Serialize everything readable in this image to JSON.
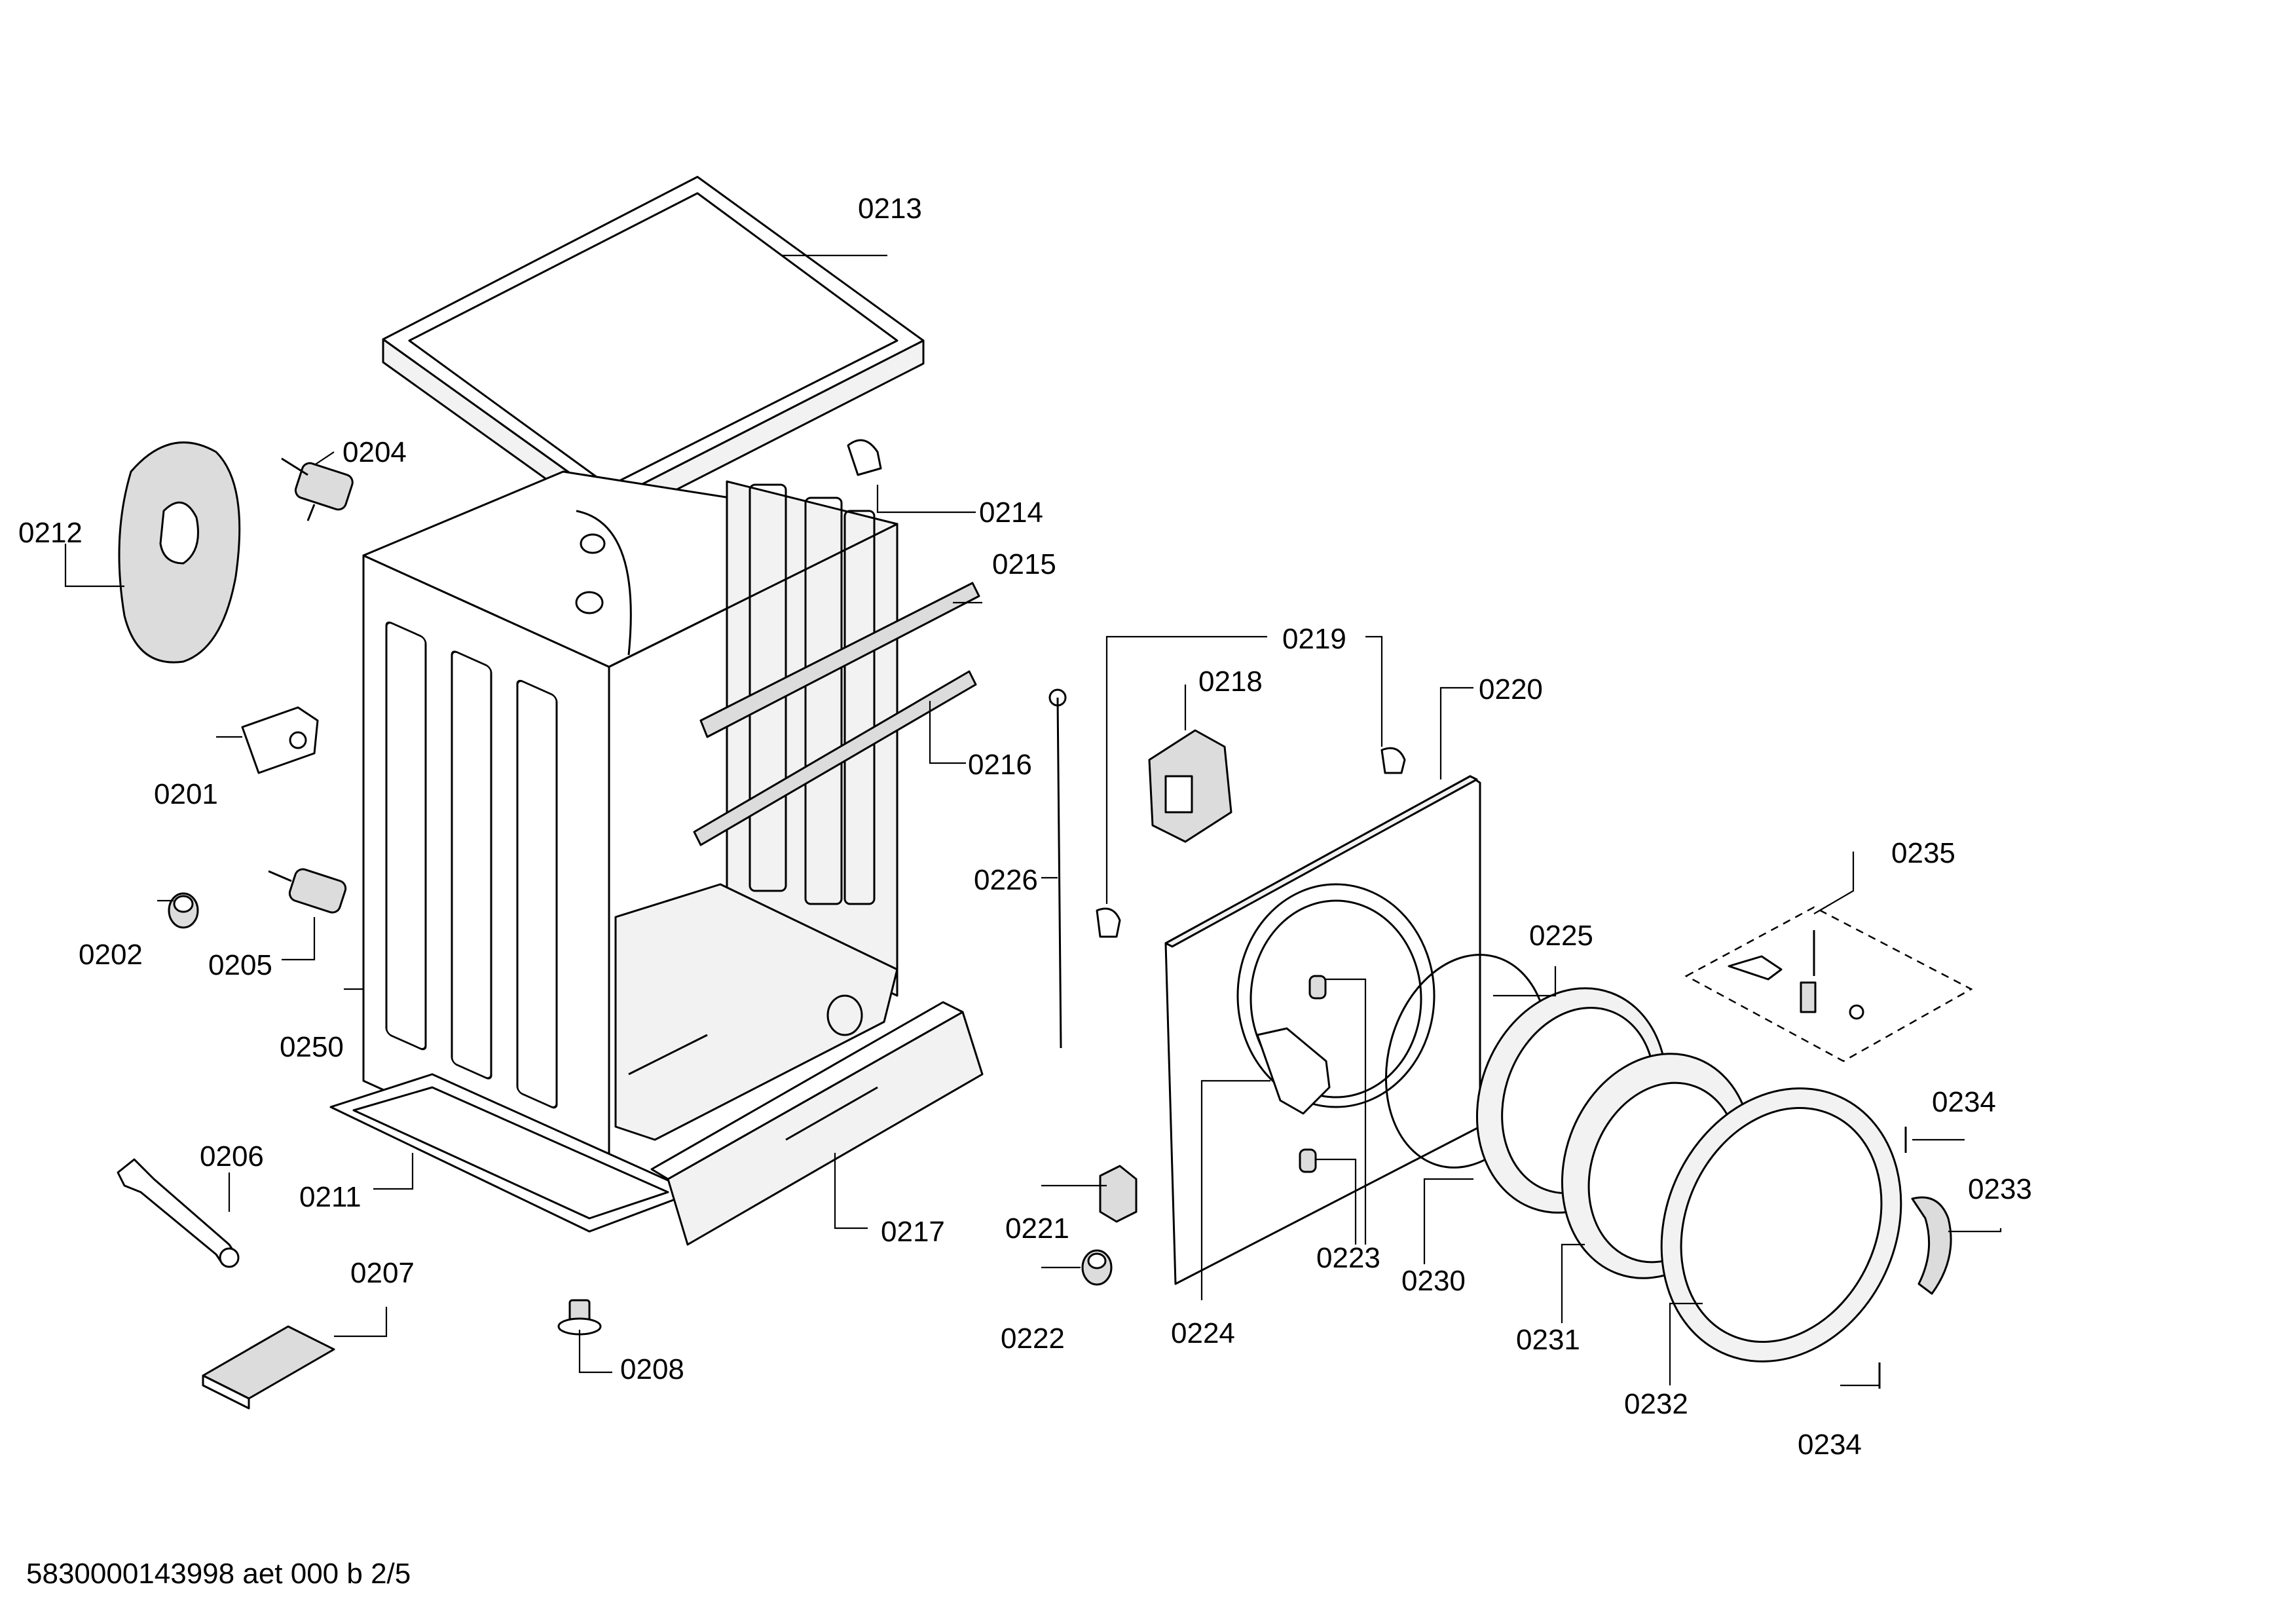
{
  "labels": {
    "l0201": "0201",
    "l0202": "0202",
    "l0204": "0204",
    "l0205": "0205",
    "l0206": "0206",
    "l0207": "0207",
    "l0208": "0208",
    "l0211": "0211",
    "l0212": "0212",
    "l0213": "0213",
    "l0214": "0214",
    "l0215": "0215",
    "l0216": "0216",
    "l0217": "0217",
    "l0218": "0218",
    "l0219": "0219",
    "l0220": "0220",
    "l0221": "0221",
    "l0222": "0222",
    "l0223": "0223",
    "l0224": "0224",
    "l0225": "0225",
    "l0226": "0226",
    "l0230": "0230",
    "l0231": "0231",
    "l0232": "0232",
    "l0233": "0233",
    "l0234a": "0234",
    "l0234b": "0234",
    "l0235": "0235",
    "l0250": "0250"
  },
  "footer": "5830000143998 aet 000 b 2/5"
}
